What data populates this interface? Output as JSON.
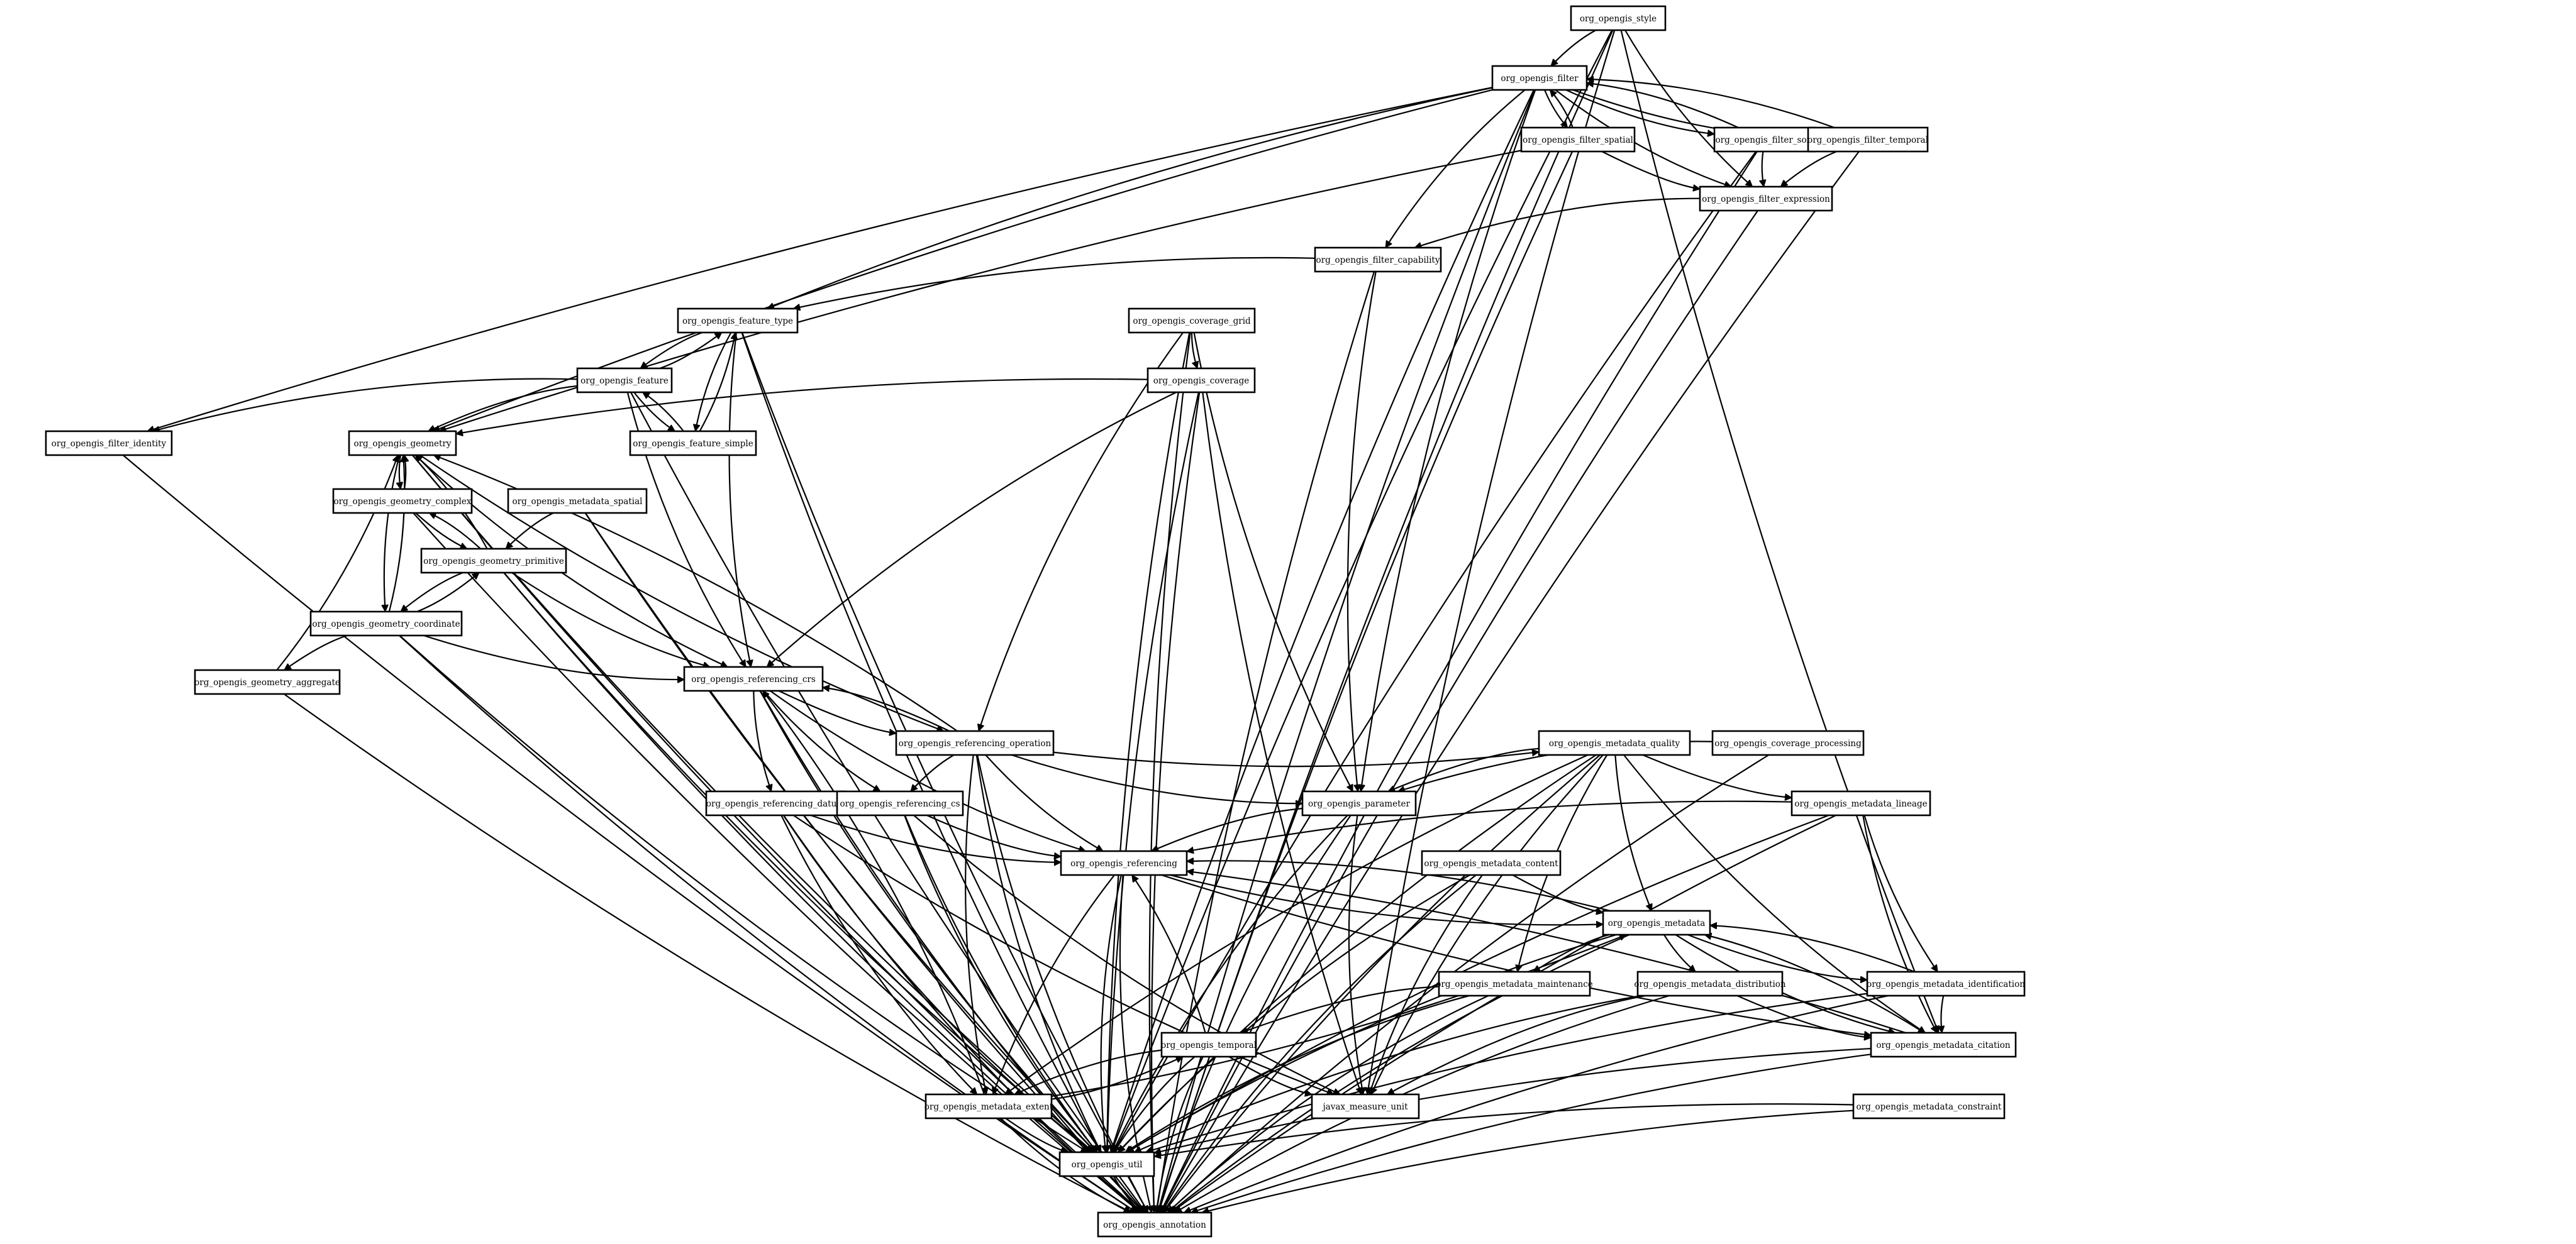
{
  "diagram": {
    "nodes": [
      {
        "id": "style",
        "label": "org_opengis_style"
      },
      {
        "id": "filter",
        "label": "org_opengis_filter"
      },
      {
        "id": "filter_spatial",
        "label": "org_opengis_filter_spatial"
      },
      {
        "id": "filter_sort",
        "label": "org_opengis_filter_sort"
      },
      {
        "id": "filter_temporal",
        "label": "org_opengis_filter_temporal"
      },
      {
        "id": "filter_expression",
        "label": "org_opengis_filter_expression"
      },
      {
        "id": "filter_capability",
        "label": "org_opengis_filter_capability"
      },
      {
        "id": "feature_type",
        "label": "org_opengis_feature_type"
      },
      {
        "id": "coverage_grid",
        "label": "org_opengis_coverage_grid"
      },
      {
        "id": "feature",
        "label": "org_opengis_feature"
      },
      {
        "id": "coverage",
        "label": "org_opengis_coverage"
      },
      {
        "id": "filter_identity",
        "label": "org_opengis_filter_identity"
      },
      {
        "id": "geometry",
        "label": "org_opengis_geometry"
      },
      {
        "id": "feature_simple",
        "label": "org_opengis_feature_simple"
      },
      {
        "id": "geometry_complex",
        "label": "org_opengis_geometry_complex"
      },
      {
        "id": "metadata_spatial",
        "label": "org_opengis_metadata_spatial"
      },
      {
        "id": "geometry_primitive",
        "label": "org_opengis_geometry_primitive"
      },
      {
        "id": "geometry_coordinate",
        "label": "org_opengis_geometry_coordinate"
      },
      {
        "id": "geometry_aggregate",
        "label": "org_opengis_geometry_aggregate"
      },
      {
        "id": "referencing_crs",
        "label": "org_opengis_referencing_crs"
      },
      {
        "id": "referencing_operation",
        "label": "org_opengis_referencing_operation"
      },
      {
        "id": "metadata_quality",
        "label": "org_opengis_metadata_quality"
      },
      {
        "id": "coverage_processing",
        "label": "org_opengis_coverage_processing"
      },
      {
        "id": "referencing_datum",
        "label": "org_opengis_referencing_datum"
      },
      {
        "id": "referencing_cs",
        "label": "org_opengis_referencing_cs"
      },
      {
        "id": "parameter",
        "label": "org_opengis_parameter"
      },
      {
        "id": "metadata_lineage",
        "label": "org_opengis_metadata_lineage"
      },
      {
        "id": "referencing",
        "label": "org_opengis_referencing"
      },
      {
        "id": "metadata_content",
        "label": "org_opengis_metadata_content"
      },
      {
        "id": "metadata",
        "label": "org_opengis_metadata"
      },
      {
        "id": "metadata_maintenance",
        "label": "org_opengis_metadata_maintenance"
      },
      {
        "id": "metadata_distribution",
        "label": "org_opengis_metadata_distribution"
      },
      {
        "id": "metadata_identification",
        "label": "org_opengis_metadata_identification"
      },
      {
        "id": "temporal",
        "label": "org_opengis_temporal"
      },
      {
        "id": "metadata_citation",
        "label": "org_opengis_metadata_citation"
      },
      {
        "id": "metadata_extent",
        "label": "org_opengis_metadata_extent"
      },
      {
        "id": "javax_measure_unit",
        "label": "javax_measure_unit"
      },
      {
        "id": "metadata_constraint",
        "label": "org_opengis_metadata_constraint"
      },
      {
        "id": "util",
        "label": "org_opengis_util"
      },
      {
        "id": "annotation",
        "label": "org_opengis_annotation"
      }
    ],
    "edges": [
      [
        "style",
        "filter"
      ],
      [
        "style",
        "filter_expression"
      ],
      [
        "style",
        "javax_measure_unit"
      ],
      [
        "style",
        "metadata_citation"
      ],
      [
        "style",
        "util"
      ],
      [
        "style",
        "annotation"
      ],
      [
        "filter",
        "filter_spatial"
      ],
      [
        "filter",
        "filter_sort"
      ],
      [
        "filter",
        "filter_temporal"
      ],
      [
        "filter",
        "filter_expression"
      ],
      [
        "filter",
        "filter_capability"
      ],
      [
        "filter",
        "feature_type"
      ],
      [
        "filter",
        "filter_identity"
      ],
      [
        "filter",
        "geometry"
      ],
      [
        "filter",
        "parameter"
      ],
      [
        "filter",
        "util"
      ],
      [
        "filter",
        "annotation"
      ],
      [
        "filter_spatial",
        "filter"
      ],
      [
        "filter_spatial",
        "filter_expression"
      ],
      [
        "filter_spatial",
        "geometry"
      ],
      [
        "filter_spatial",
        "annotation"
      ],
      [
        "filter_sort",
        "filter"
      ],
      [
        "filter_sort",
        "filter_expression"
      ],
      [
        "filter_sort",
        "util"
      ],
      [
        "filter_sort",
        "annotation"
      ],
      [
        "filter_temporal",
        "filter"
      ],
      [
        "filter_temporal",
        "filter_expression"
      ],
      [
        "filter_temporal",
        "annotation"
      ],
      [
        "filter_expression",
        "filter_capability"
      ],
      [
        "filter_expression",
        "annotation"
      ],
      [
        "filter_capability",
        "feature_type"
      ],
      [
        "filter_capability",
        "parameter"
      ],
      [
        "filter_capability",
        "annotation"
      ],
      [
        "feature_type",
        "feature"
      ],
      [
        "feature_type",
        "feature_simple"
      ],
      [
        "feature_type",
        "referencing_crs"
      ],
      [
        "feature_type",
        "util"
      ],
      [
        "feature_type",
        "annotation"
      ],
      [
        "feature",
        "feature_type"
      ],
      [
        "feature",
        "feature_simple"
      ],
      [
        "feature",
        "geometry"
      ],
      [
        "feature",
        "filter_identity"
      ],
      [
        "feature",
        "referencing_crs"
      ],
      [
        "feature",
        "annotation"
      ],
      [
        "feature_simple",
        "feature_type"
      ],
      [
        "feature_simple",
        "feature"
      ],
      [
        "coverage_grid",
        "coverage"
      ],
      [
        "coverage_grid",
        "referencing_operation"
      ],
      [
        "coverage_grid",
        "parameter"
      ],
      [
        "coverage_grid",
        "util"
      ],
      [
        "coverage_grid",
        "annotation"
      ],
      [
        "coverage",
        "geometry"
      ],
      [
        "coverage",
        "referencing_crs"
      ],
      [
        "coverage",
        "javax_measure_unit"
      ],
      [
        "coverage",
        "util"
      ],
      [
        "coverage",
        "annotation"
      ],
      [
        "filter_identity",
        "annotation"
      ],
      [
        "geometry",
        "geometry_complex"
      ],
      [
        "geometry",
        "geometry_coordinate"
      ],
      [
        "geometry",
        "referencing_crs"
      ],
      [
        "geometry",
        "referencing_operation"
      ],
      [
        "geometry",
        "util"
      ],
      [
        "geometry",
        "annotation"
      ],
      [
        "geometry_complex",
        "geometry"
      ],
      [
        "geometry_complex",
        "geometry_primitive"
      ],
      [
        "geometry_complex",
        "annotation"
      ],
      [
        "metadata_spatial",
        "geometry_primitive"
      ],
      [
        "metadata_spatial",
        "util"
      ],
      [
        "metadata_spatial",
        "annotation"
      ],
      [
        "geometry_primitive",
        "geometry"
      ],
      [
        "geometry_primitive",
        "geometry_complex"
      ],
      [
        "geometry_primitive",
        "geometry_coordinate"
      ],
      [
        "geometry_primitive",
        "referencing_crs"
      ],
      [
        "geometry_primitive",
        "util"
      ],
      [
        "geometry_primitive",
        "annotation"
      ],
      [
        "geometry_coordinate",
        "geometry"
      ],
      [
        "geometry_coordinate",
        "geometry_primitive"
      ],
      [
        "geometry_coordinate",
        "geometry_aggregate"
      ],
      [
        "geometry_coordinate",
        "referencing_crs"
      ],
      [
        "geometry_coordinate",
        "util"
      ],
      [
        "geometry_coordinate",
        "annotation"
      ],
      [
        "geometry_aggregate",
        "geometry"
      ],
      [
        "geometry_aggregate",
        "annotation"
      ],
      [
        "referencing_crs",
        "referencing_operation"
      ],
      [
        "referencing_crs",
        "referencing_datum"
      ],
      [
        "referencing_crs",
        "referencing_cs"
      ],
      [
        "referencing_crs",
        "referencing"
      ],
      [
        "referencing_crs",
        "util"
      ],
      [
        "referencing_crs",
        "annotation"
      ],
      [
        "referencing_operation",
        "geometry"
      ],
      [
        "referencing_operation",
        "referencing_crs"
      ],
      [
        "referencing_operation",
        "parameter"
      ],
      [
        "referencing_operation",
        "referencing"
      ],
      [
        "referencing_operation",
        "metadata_quality"
      ],
      [
        "referencing_operation",
        "metadata_extent"
      ],
      [
        "referencing_operation",
        "referencing_cs"
      ],
      [
        "referencing_operation",
        "util"
      ],
      [
        "referencing_operation",
        "annotation"
      ],
      [
        "metadata_quality",
        "parameter"
      ],
      [
        "metadata_quality",
        "metadata_lineage"
      ],
      [
        "metadata_quality",
        "metadata"
      ],
      [
        "metadata_quality",
        "metadata_maintenance"
      ],
      [
        "metadata_quality",
        "metadata_citation"
      ],
      [
        "metadata_quality",
        "metadata_extent"
      ],
      [
        "metadata_quality",
        "javax_measure_unit"
      ],
      [
        "metadata_quality",
        "util"
      ],
      [
        "metadata_quality",
        "annotation"
      ],
      [
        "coverage_processing",
        "parameter"
      ],
      [
        "coverage_processing",
        "annotation"
      ],
      [
        "referencing_datum",
        "referencing"
      ],
      [
        "referencing_datum",
        "metadata_extent"
      ],
      [
        "referencing_datum",
        "javax_measure_unit"
      ],
      [
        "referencing_datum",
        "util"
      ],
      [
        "referencing_datum",
        "annotation"
      ],
      [
        "referencing_cs",
        "referencing"
      ],
      [
        "referencing_cs",
        "javax_measure_unit"
      ],
      [
        "referencing_cs",
        "util"
      ],
      [
        "referencing_cs",
        "annotation"
      ],
      [
        "parameter",
        "referencing"
      ],
      [
        "parameter",
        "javax_measure_unit"
      ],
      [
        "parameter",
        "util"
      ],
      [
        "parameter",
        "annotation"
      ],
      [
        "metadata_lineage",
        "referencing"
      ],
      [
        "metadata_lineage",
        "metadata_identification"
      ],
      [
        "metadata_lineage",
        "metadata_citation"
      ],
      [
        "metadata_lineage",
        "util"
      ],
      [
        "metadata_lineage",
        "annotation"
      ],
      [
        "referencing",
        "metadata"
      ],
      [
        "referencing",
        "metadata_citation"
      ],
      [
        "referencing",
        "metadata_extent"
      ],
      [
        "referencing",
        "util"
      ],
      [
        "referencing",
        "annotation"
      ],
      [
        "metadata_content",
        "metadata"
      ],
      [
        "metadata_content",
        "javax_measure_unit"
      ],
      [
        "metadata_content",
        "util"
      ],
      [
        "metadata_content",
        "annotation"
      ],
      [
        "metadata",
        "metadata_maintenance"
      ],
      [
        "metadata",
        "metadata_distribution"
      ],
      [
        "metadata",
        "metadata_identification"
      ],
      [
        "metadata",
        "metadata_citation"
      ],
      [
        "metadata",
        "referencing"
      ],
      [
        "metadata",
        "util"
      ],
      [
        "metadata",
        "annotation"
      ],
      [
        "metadata_maintenance",
        "temporal"
      ],
      [
        "metadata_maintenance",
        "util"
      ],
      [
        "metadata_maintenance",
        "annotation"
      ],
      [
        "metadata_distribution",
        "metadata_citation"
      ],
      [
        "metadata_distribution",
        "javax_measure_unit"
      ],
      [
        "metadata_distribution",
        "util"
      ],
      [
        "metadata_distribution",
        "annotation"
      ],
      [
        "metadata_identification",
        "metadata"
      ],
      [
        "metadata_identification",
        "metadata_citation"
      ],
      [
        "metadata_identification",
        "util"
      ],
      [
        "metadata_identification",
        "annotation"
      ],
      [
        "temporal",
        "referencing"
      ],
      [
        "temporal",
        "metadata_extent"
      ],
      [
        "temporal",
        "javax_measure_unit"
      ],
      [
        "temporal",
        "util"
      ],
      [
        "temporal",
        "annotation"
      ],
      [
        "metadata_citation",
        "referencing"
      ],
      [
        "metadata_citation",
        "metadata"
      ],
      [
        "metadata_citation",
        "util"
      ],
      [
        "metadata_citation",
        "annotation"
      ],
      [
        "metadata_extent",
        "temporal"
      ],
      [
        "metadata_extent",
        "referencing_crs"
      ],
      [
        "metadata_extent",
        "metadata"
      ],
      [
        "metadata_extent",
        "util"
      ],
      [
        "metadata_extent",
        "annotation"
      ],
      [
        "metadata_constraint",
        "util"
      ],
      [
        "metadata_constraint",
        "annotation"
      ],
      [
        "util",
        "annotation"
      ]
    ]
  }
}
